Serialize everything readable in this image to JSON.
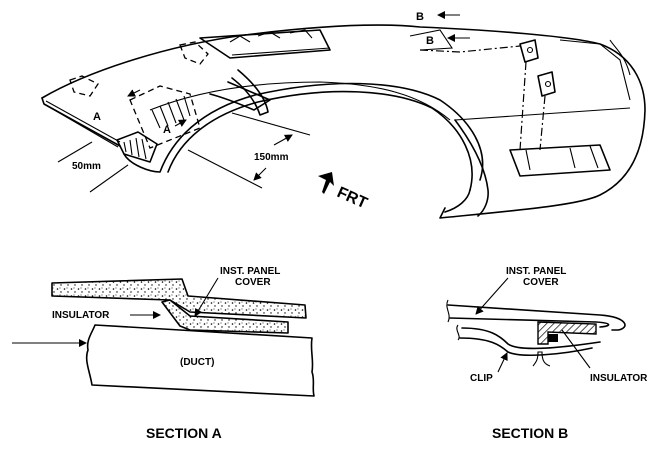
{
  "figure": {
    "title": "Instrument panel cover and insulator installation",
    "main_view": {
      "section_marker_a": "A",
      "section_marker_b": "B",
      "dimension_left": "50mm",
      "dimension_right": "150mm",
      "front_indicator": "FRT"
    },
    "section_a": {
      "caption": "SECTION A",
      "labels": {
        "panel_cover_line1": "INST. PANEL",
        "panel_cover_line2": "COVER",
        "insulator": "INSULATOR",
        "duct": "(DUCT)"
      }
    },
    "section_b": {
      "caption": "SECTION B",
      "labels": {
        "panel_cover_line1": "INST. PANEL",
        "panel_cover_line2": "COVER",
        "clip": "CLIP",
        "insulator": "INSULATOR"
      }
    }
  }
}
